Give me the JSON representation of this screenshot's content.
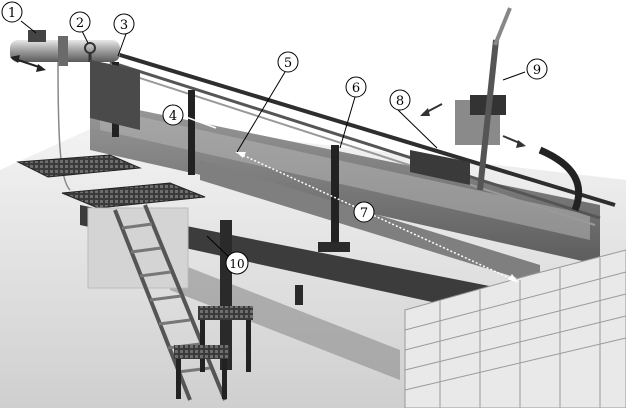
{
  "callouts": [
    {
      "id": "1",
      "label": "1"
    },
    {
      "id": "2",
      "label": "2"
    },
    {
      "id": "3",
      "label": "3"
    },
    {
      "id": "4",
      "label": "4"
    },
    {
      "id": "5",
      "label": "5"
    },
    {
      "id": "6",
      "label": "6"
    },
    {
      "id": "7",
      "label": "7"
    },
    {
      "id": "8",
      "label": "8"
    },
    {
      "id": "9",
      "label": "9"
    },
    {
      "id": "10",
      "label": "10"
    }
  ],
  "colors": {
    "steel_dark": "#2b2b2b",
    "steel_mid": "#7a7a7a",
    "steel_light": "#c8c8c8",
    "concrete": "#d9d9d9",
    "brick": "#e6e6e6",
    "arrow": "#ffffff"
  }
}
